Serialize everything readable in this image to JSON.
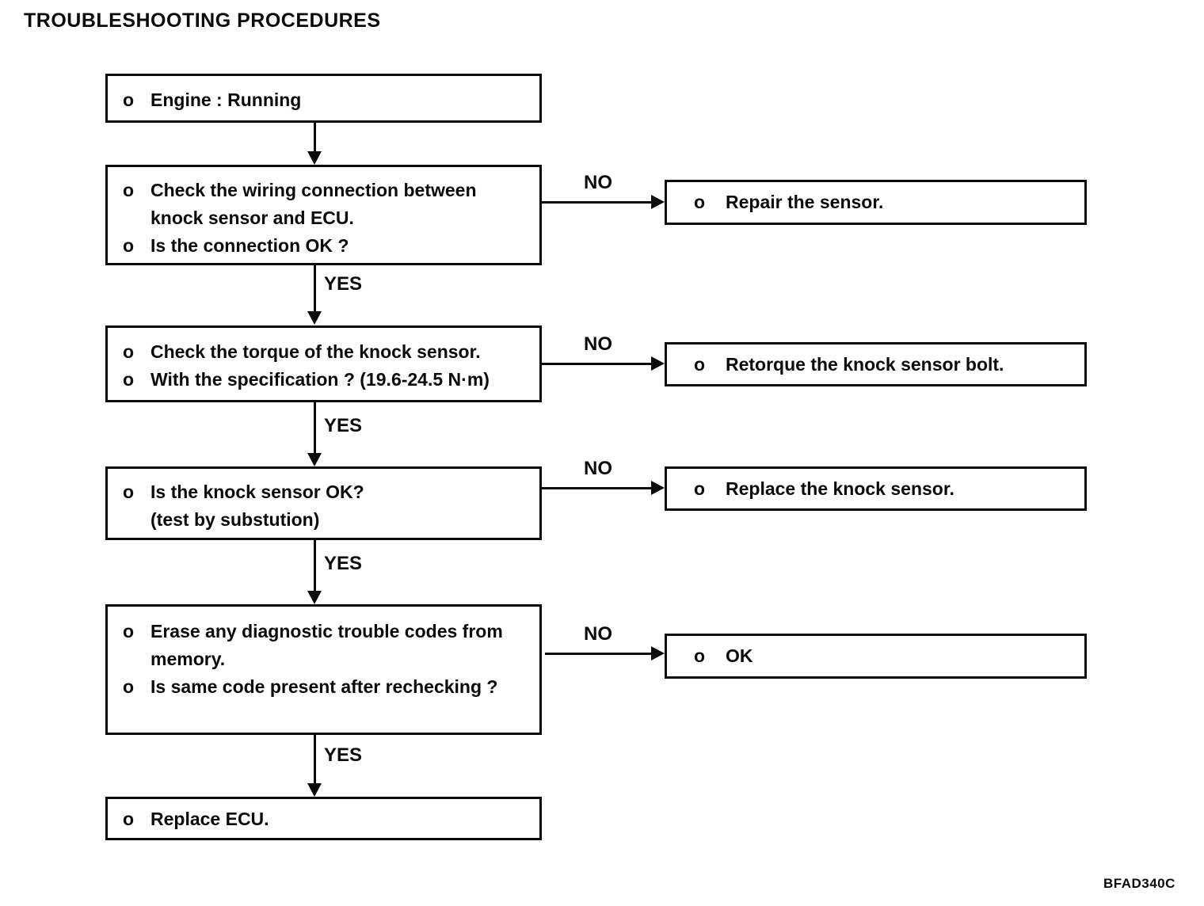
{
  "title": "TROUBLESHOOTING PROCEDURES",
  "figure_code": "BFAD340C",
  "connectors": {
    "yes1": "YES",
    "yes2": "YES",
    "yes3": "YES",
    "yes4": "YES",
    "no1": "NO",
    "no2": "NO",
    "no3": "NO",
    "no4": "NO"
  },
  "boxes": {
    "engine": {
      "lines": [
        {
          "bullet": "o",
          "text": "Engine : Running"
        }
      ]
    },
    "wiring": {
      "lines": [
        {
          "bullet": "o",
          "text": "Check the wiring connection between"
        },
        {
          "bullet": "",
          "text": "knock sensor and ECU."
        },
        {
          "bullet": "o",
          "text": "Is the connection OK ?"
        }
      ]
    },
    "repair": {
      "lines": [
        {
          "bullet": "o",
          "text": "Repair the sensor."
        }
      ]
    },
    "torque": {
      "lines": [
        {
          "bullet": "o",
          "text": "Check the torque of the knock sensor."
        },
        {
          "bullet": "o",
          "text": "With the specification ? (19.6-24.5 N·m)"
        }
      ]
    },
    "retorque": {
      "lines": [
        {
          "bullet": "o",
          "text": "Retorque the knock sensor bolt."
        }
      ]
    },
    "sensor_ok": {
      "lines": [
        {
          "bullet": "o",
          "text": "Is the knock sensor OK?"
        },
        {
          "bullet": "",
          "text": "(test by substution)"
        }
      ]
    },
    "replace_sensor": {
      "lines": [
        {
          "bullet": "o",
          "text": "Replace the knock sensor."
        }
      ]
    },
    "erase": {
      "lines": [
        {
          "bullet": "o",
          "text": "Erase any diagnostic trouble codes from"
        },
        {
          "bullet": "",
          "text": "memory."
        },
        {
          "bullet": "o",
          "text": "Is same code present after rechecking ?"
        }
      ]
    },
    "ok": {
      "lines": [
        {
          "bullet": "o",
          "text": "OK"
        }
      ]
    },
    "replace_ecu": {
      "lines": [
        {
          "bullet": "o",
          "text": "Replace ECU."
        }
      ]
    }
  }
}
